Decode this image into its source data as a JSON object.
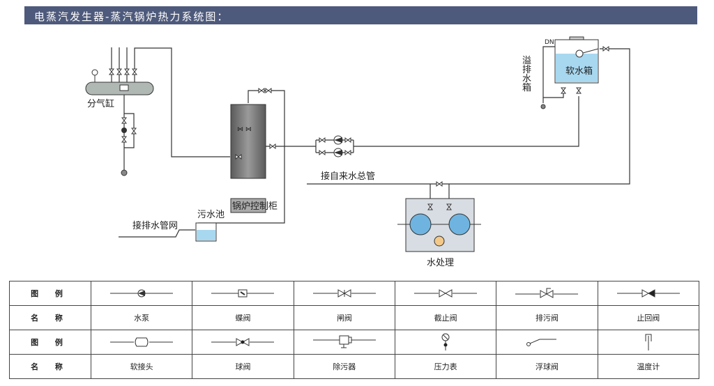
{
  "header": {
    "title": "电蒸汽发生器-蒸汽锅炉热力系统图："
  },
  "colors": {
    "title_bg": "#4e5a7b",
    "water": "#a8d8f0",
    "tank_grey": "#b0b8b4",
    "boiler_grey": "#707070",
    "filter_orange": "#f3c98a",
    "pipe": "#333333"
  },
  "diagram": {
    "labels": {
      "header_tank": "分气缸",
      "boiler_control": "锅炉控制柜",
      "sewage_pool": "污水池",
      "drain_network": "接排水管网",
      "tap_water_main": "接自来水总管",
      "water_treatment": "水处理",
      "soft_water_tank": "软水箱",
      "overflow_tank": [
        "溢",
        "排",
        "水",
        "箱"
      ],
      "dn": "DN"
    }
  },
  "legend": {
    "row_headers": {
      "symbol": "图 例",
      "name": "名 称"
    },
    "rows": [
      [
        {
          "icon": "water-pump-icon",
          "name": "水泵"
        },
        {
          "icon": "butterfly-valve-icon",
          "name": "蝶阀"
        },
        {
          "icon": "gate-valve-icon",
          "name": "闸阀"
        },
        {
          "icon": "globe-valve-icon",
          "name": "截止阀"
        },
        {
          "icon": "blowdown-valve-icon",
          "name": "排污阀"
        },
        {
          "icon": "check-valve-icon",
          "name": "止回阀"
        }
      ],
      [
        {
          "icon": "flexible-joint-icon",
          "name": "软接头"
        },
        {
          "icon": "ball-valve-icon",
          "name": "球阀"
        },
        {
          "icon": "strainer-icon",
          "name": "除污器"
        },
        {
          "icon": "pressure-gauge-icon",
          "name": "压力表"
        },
        {
          "icon": "float-valve-icon",
          "name": "浮球阀"
        },
        {
          "icon": "thermometer-icon",
          "name": "温度计"
        }
      ]
    ]
  }
}
